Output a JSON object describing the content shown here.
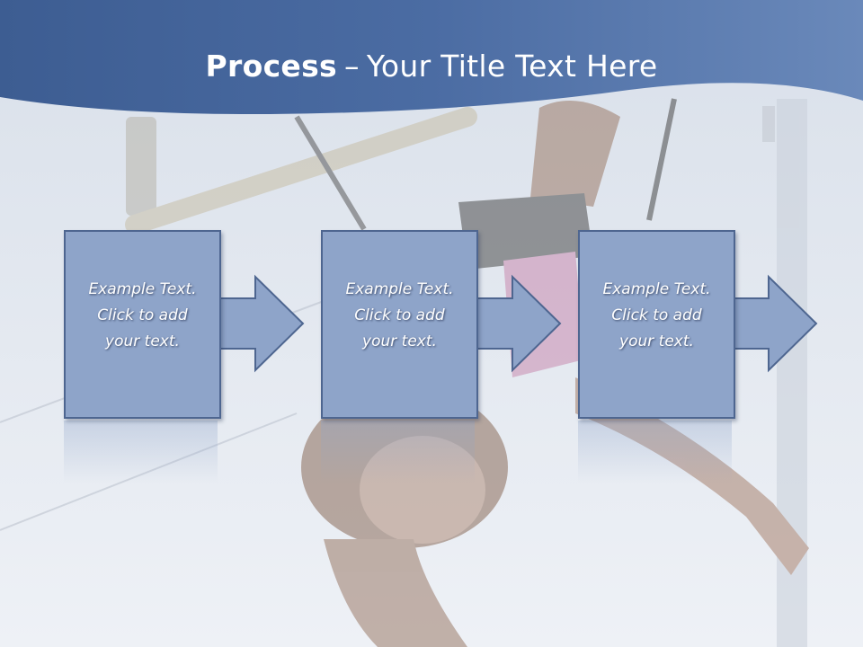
{
  "slide": {
    "title_bold": "Process",
    "title_sep": "–",
    "title_rest": "Your Title Text Here"
  },
  "steps": [
    {
      "line1": "Example Text.",
      "line2": "Click  to add",
      "line3": "your text."
    },
    {
      "line1": "Example Text.",
      "line2": "Click  to add",
      "line3": "your text."
    },
    {
      "line1": "Example Text.",
      "line2": "Click  to add",
      "line3": "your text."
    }
  ],
  "colors": {
    "header_band": "#4a6b9e",
    "box_fill": "#8ea4c9",
    "box_border": "#4e6690",
    "text": "#ffffff"
  },
  "icons": [
    "right-arrow-icon",
    "right-arrow-icon",
    "right-arrow-icon"
  ]
}
